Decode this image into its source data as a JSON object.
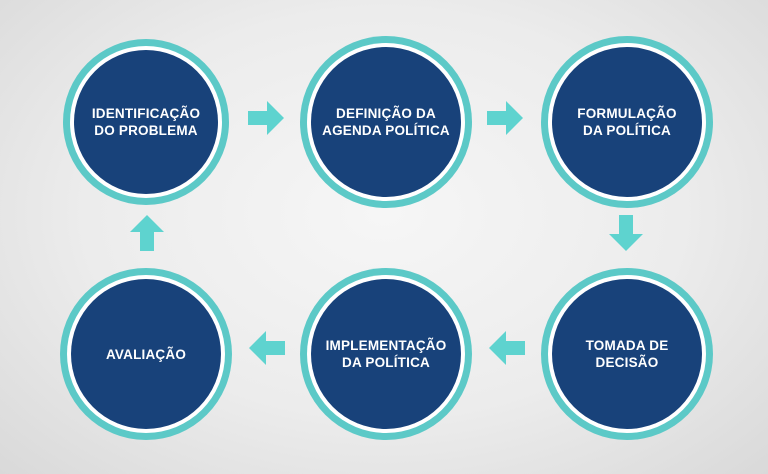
{
  "colors": {
    "outer_ring": "#5cc9c7",
    "inner_ring": "#ffffff",
    "core": "#18427a",
    "text": "#ffffff",
    "arrow": "#5ed3cf"
  },
  "stages": [
    {
      "id": "identificacao",
      "label": "IDENTIFICAÇÃO\nDO PROBLEMA"
    },
    {
      "id": "definicao",
      "label": "DEFINIÇÃO DA\nAGENDA POLÍTICA"
    },
    {
      "id": "formulacao",
      "label": "FORMULAÇÃO\nDA POLÍTICA"
    },
    {
      "id": "tomada",
      "label": "TOMADA DE\nDECISÃO"
    },
    {
      "id": "implementacao",
      "label": "IMPLEMENTAÇÃO\nDA POLÍTICA"
    },
    {
      "id": "avaliacao",
      "label": "AVALIAÇÃO"
    }
  ],
  "arrows": [
    {
      "from": "identificacao",
      "to": "definicao",
      "direction": "right"
    },
    {
      "from": "definicao",
      "to": "formulacao",
      "direction": "right"
    },
    {
      "from": "formulacao",
      "to": "tomada",
      "direction": "down"
    },
    {
      "from": "tomada",
      "to": "implementacao",
      "direction": "left"
    },
    {
      "from": "implementacao",
      "to": "avaliacao",
      "direction": "left"
    },
    {
      "from": "avaliacao",
      "to": "identificacao",
      "direction": "up"
    }
  ]
}
